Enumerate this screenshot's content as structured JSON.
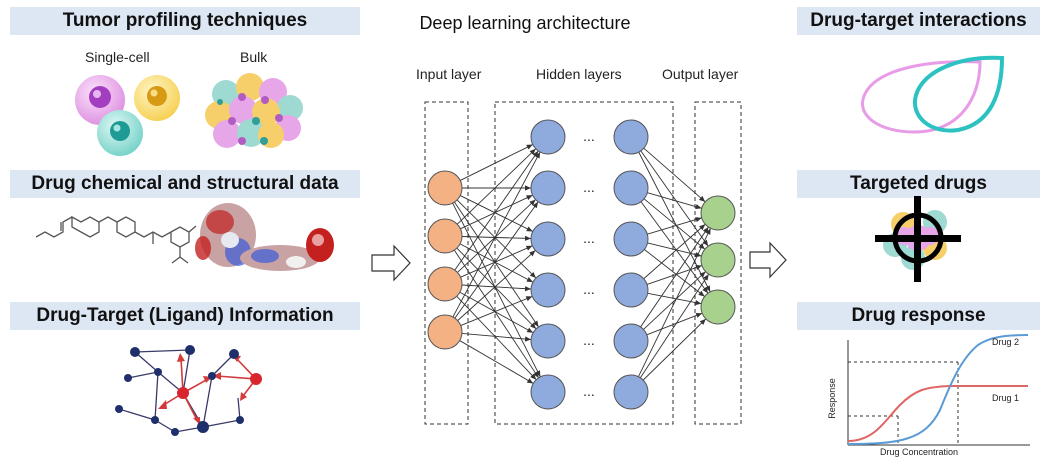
{
  "left_panel": {
    "tumor_title": "Tumor profiling techniques",
    "single_cell_label": "Single-cell",
    "bulk_label": "Bulk",
    "chem_title": "Drug chemical and structural data",
    "ligand_title": "Drug-Target (Ligand) Information"
  },
  "center_panel": {
    "title": "Deep learning architecture",
    "input_label": "Input layer",
    "hidden_label": "Hidden layers",
    "output_label": "Output layer",
    "ellipsis": "...",
    "input_nodes": 4,
    "hidden_nodes_per_layer": 6,
    "output_nodes": 3
  },
  "right_panel": {
    "dti_title": "Drug-target  interactions",
    "targeted_title": "Targeted drugs",
    "response_title": "Drug response",
    "curve": {
      "xlabel": "Drug Concentration",
      "ylabel": "Response",
      "drug1_label": "Drug 1",
      "drug2_label": "Drug 2"
    }
  },
  "colors": {
    "band": "#dde6f3",
    "input_node": "#f4b183",
    "hidden_node": "#8faadc",
    "output_node": "#a9d18e",
    "drug1": "#e06666",
    "drug2": "#5b9bd5"
  }
}
